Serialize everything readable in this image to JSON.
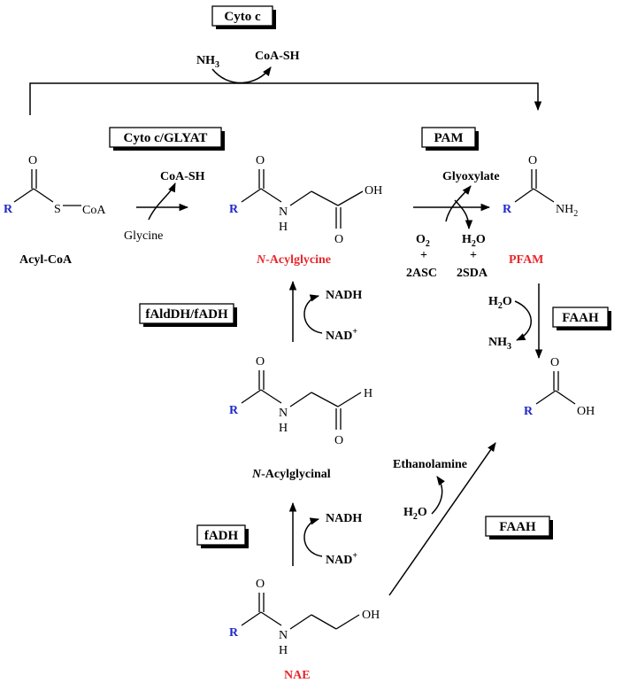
{
  "enzymes": {
    "cyto_c": "Cyto c",
    "cyto_c_glyat": "Cyto c/GLYAT",
    "pam": "PAM",
    "faah_1": "FAAH",
    "faldh_fadh": "fAldDH/fADH",
    "fadh": "fADH",
    "faah_2": "FAAH"
  },
  "compounds": {
    "acyl_coa": "Acyl-CoA",
    "n_acylglycine_italic": "N",
    "n_acylglycine_rest": "-Acylglycine",
    "pfam": "PFAM",
    "n_acylglycinal_italic": "N",
    "n_acylglycinal_rest": "-Acylglycinal",
    "nae": "NAE"
  },
  "reagents": {
    "nh3_top": "NH",
    "nh3_top_sub": "3",
    "coash_top": "CoA-SH",
    "coash_mid": "CoA-SH",
    "glycine": "Glycine",
    "glyoxylate": "Glyoxylate",
    "o2": "O",
    "o2_sub": "2",
    "plus1": "+",
    "asc": "2ASC",
    "h2o_pam": "H",
    "h2o_pam_sub": "2",
    "h2o_pam_o": "O",
    "plus2": "+",
    "sda": "2SDA",
    "nadh_1": "NADH",
    "nad_1": "NAD",
    "nad_1_sup": "+",
    "nadh_2": "NADH",
    "nad_2": "NAD",
    "nad_2_sup": "+",
    "h2o_faah1": "H",
    "h2o_faah1_sub": "2",
    "h2o_faah1_o": "O",
    "nh3_faah1": "NH",
    "nh3_faah1_sub": "3",
    "ethanolamine": "Ethanolamine",
    "h2o_faah2": "H",
    "h2o_faah2_sub": "2",
    "h2o_faah2_o": "O"
  },
  "atoms": {
    "R": "R",
    "O": "O",
    "S": "S",
    "CoA": "CoA",
    "H": "H",
    "N": "N",
    "OH": "OH",
    "NH": "NH",
    "sub2": "2"
  },
  "colors": {
    "product_red": "#e8262b",
    "r_group_blue": "#2128c8",
    "line": "#000000"
  }
}
